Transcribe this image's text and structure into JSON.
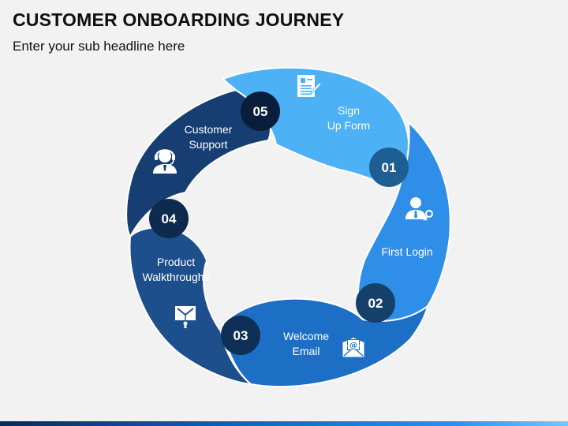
{
  "header": {
    "title": "CUSTOMER ONBOARDING JOURNEY",
    "subtitle": "Enter your sub headline here"
  },
  "colors": {
    "background": "#f2f2f2",
    "step1": "#4db1f5",
    "step2": "#2f8ee8",
    "step3": "#1c6fc4",
    "step4": "#1d4f8d",
    "step5": "#173e72",
    "badge1": "#1e5f93",
    "badge2": "#15406a",
    "badge3": "#0f2f56",
    "badge4": "#0f2a4f",
    "badge5": "#0a1d3a"
  },
  "steps": [
    {
      "number": "01",
      "label_lines": [
        "Sign",
        "Up Form"
      ],
      "icon": "document-icon"
    },
    {
      "number": "02",
      "label_lines": [
        "First Login"
      ],
      "icon": "user-key-icon"
    },
    {
      "number": "03",
      "label_lines": [
        "Welcome",
        "Email"
      ],
      "icon": "email-icon"
    },
    {
      "number": "04",
      "label_lines": [
        "Product",
        "Walkthroughs"
      ],
      "icon": "presentation-icon"
    },
    {
      "number": "05",
      "label_lines": [
        "Customer",
        "Support"
      ],
      "icon": "headset-support-icon"
    }
  ]
}
